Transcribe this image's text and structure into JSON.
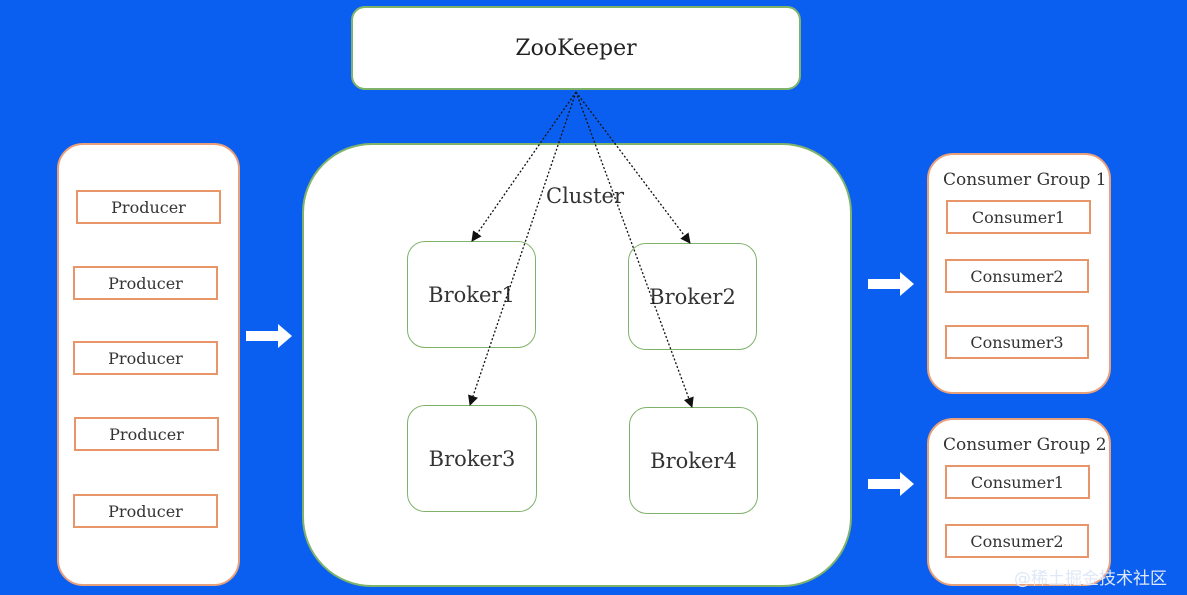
{
  "zookeeper": {
    "label": "ZooKeeper"
  },
  "producers": [
    "Producer",
    "Producer",
    "Producer",
    "Producer",
    "Producer"
  ],
  "cluster": {
    "label": "Cluster",
    "brokers": [
      "Broker1",
      "Broker2",
      "Broker3",
      "Broker4"
    ]
  },
  "consumer_groups": [
    {
      "title": "Consumer Group 1",
      "consumers": [
        "Consumer1",
        "Consumer2",
        "Consumer3"
      ]
    },
    {
      "title": "Consumer Group 2",
      "consumers": [
        "Consumer1",
        "Consumer2"
      ]
    }
  ],
  "watermark": "@稀土掘金技术社区",
  "colors": {
    "background": "#0b5ff0",
    "node_border_green": "#7fb36a",
    "node_border_orange": "#e8956a",
    "arrow": "#ffffff"
  }
}
